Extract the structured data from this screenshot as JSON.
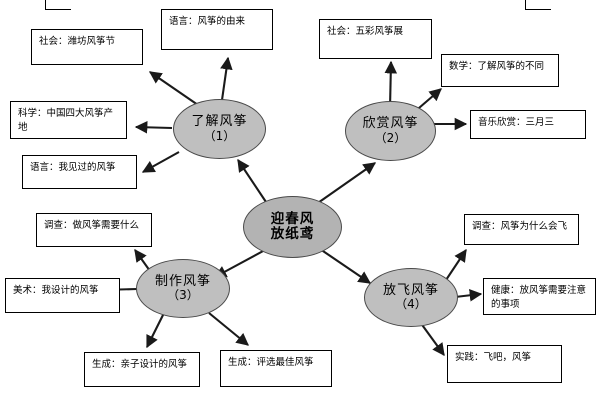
{
  "diagram": {
    "title_center": {
      "line1": "迎春风",
      "line2": "放纸鸢"
    },
    "branches": [
      {
        "label": "了解风筝",
        "number": "（1）"
      },
      {
        "label": "欣赏风筝",
        "number": "（2）"
      },
      {
        "label": "制作风筝",
        "number": "（3）"
      },
      {
        "label": "放飞风筝",
        "number": "（4）"
      }
    ],
    "leaves": [
      {
        "text": "社会：潍坊风筝节"
      },
      {
        "text": "语言：风筝的由来"
      },
      {
        "text": "科学：中国四大风筝产地"
      },
      {
        "text": "语言：我见过的风筝"
      },
      {
        "text": "社会：五彩风筝展"
      },
      {
        "text": "数学：了解风筝的不同"
      },
      {
        "text": "音乐欣赏：三月三"
      },
      {
        "text": "调查：做风筝需要什么"
      },
      {
        "text": "美术：我设计的风筝"
      },
      {
        "text": "生成：亲子设计的风筝"
      },
      {
        "text": "生成：评选最佳风筝"
      },
      {
        "text": "调查：风筝为什么会飞"
      },
      {
        "text": "健康：放风筝需要注意的事项"
      },
      {
        "text": "实践：飞吧，风筝"
      }
    ],
    "colors": {
      "node_fill": "#bfbfbf",
      "node_stroke": "#4a4a4a",
      "box_stroke": "#000000",
      "edge_stroke": "#1a1a1a",
      "background": "#ffffff"
    }
  }
}
